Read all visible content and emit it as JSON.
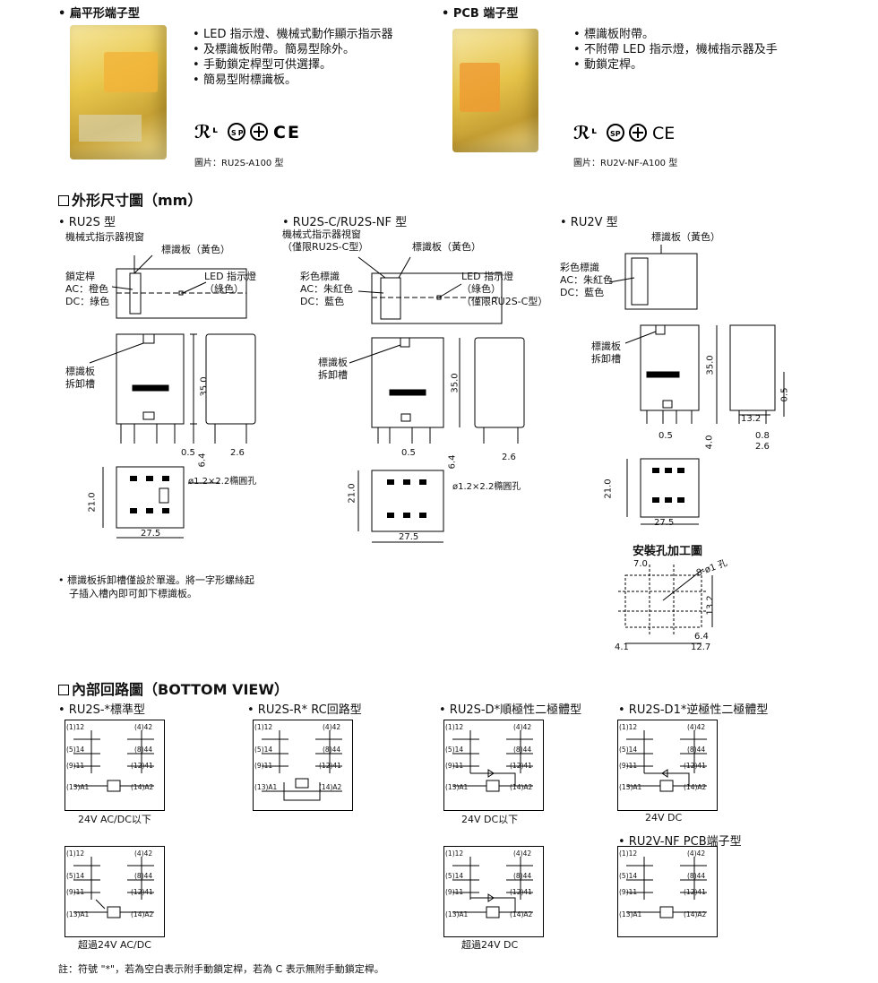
{
  "sections": {
    "flat": {
      "title": "• 扁平形端子型",
      "bullets": [
        "LED 指示燈、機械式動作顯示指示器",
        "及標識板附帶。簡易型除外。",
        "手動鎖定桿型可供選擇。",
        "簡易型附標識板。"
      ],
      "caption": "圖片：RU2S-A100 型",
      "certs": "UL CSA ⊕ CE"
    },
    "pcb": {
      "title": "• PCB 端子型",
      "bullets": [
        "標識板附帶。",
        "不附帶 LED 指示燈，機械指示器及手",
        "動鎖定桿。"
      ],
      "caption": "圖片：RU2V-NF-A100 型",
      "certs": "UL CSA ⊕ CE"
    },
    "dims": {
      "title": "外形尺寸圖（mm）",
      "ru2s": {
        "title": "• RU2S 型",
        "l1": "機械式指示器視窗",
        "l2": "標識板（黃色）",
        "l3": "鎖定桿",
        "l4": "AC：橙色",
        "l5": "DC：綠色",
        "l6": "LED 指示燈",
        "l7": "（綠色）",
        "l8": "標識板",
        "l9": "拆卸槽",
        "d35": "35.0",
        "d05": "0.5",
        "d26": "2.6",
        "d64": "6.4",
        "hole": "ø1.2×2.2橢圓孔",
        "d21": "21.0",
        "d275": "27.5"
      },
      "ru2sc": {
        "title": "• RU2S-C/RU2S-NF 型",
        "l1": "機械式指示器視窗",
        "l1b": "（僅限RU2S-C型）",
        "l2": "標識板（黃色）",
        "l3": "彩色標識",
        "l4": "AC：朱紅色",
        "l5": "DC：藍色",
        "l6": "LED 指示燈",
        "l7": "（綠色）",
        "l7b": "（僅限RU2S-C型）",
        "l8": "標識板",
        "l9": "拆卸槽",
        "d35": "35.0",
        "d05": "0.5",
        "d26": "2.6",
        "d64": "6.4",
        "hole": "ø1.2×2.2橢圓孔",
        "d21": "21.0",
        "d275": "27.5"
      },
      "ru2v": {
        "title": "• RU2V 型",
        "l2": "標識板（黃色）",
        "l3": "彩色標識",
        "l4": "AC：朱紅色",
        "l5": "DC：藍色",
        "l8": "標識板",
        "l9": "拆卸槽",
        "d35": "35.0",
        "d05": "0.5",
        "d40": "4.0",
        "d132": "13.2",
        "d08": "0.8",
        "d26": "2.6",
        "d05b": "0.5",
        "d21": "21.0",
        "d275": "27.5",
        "mount": "安裝孔加工圖",
        "m70": "7.0",
        "mhole": "8-ø1 孔",
        "m132": "13.2",
        "m64": "6.4",
        "m41": "4.1",
        "m127": "12.7"
      },
      "note": [
        "• 標識板拆卸槽僅設於單邊。將一字形螺絲起",
        "子插入槽內即可卸下標識板。"
      ]
    },
    "circuits": {
      "title": "內部回路圖（BOTTOM VIEW）",
      "c1": {
        "title": "• RU2S-*標準型",
        "caption": "24V AC/DC以下"
      },
      "c2": {
        "title": "• RU2S-R* RC回路型"
      },
      "c3": {
        "title": "• RU2S-D*順極性二極體型",
        "caption": "24V DC以下"
      },
      "c4": {
        "title": "• RU2S-D1*逆極性二極體型",
        "caption": "24V DC"
      },
      "c5": {
        "caption": "超過24V AC/DC"
      },
      "c6": {
        "caption": "超過24V DC"
      },
      "c7": {
        "title": "• RU2V-NF PCB端子型"
      },
      "pins": {
        "p1": "(1)12",
        "p2": "(4)42",
        "p3": "(5)14",
        "p4": "(8)44",
        "p5": "(9)11",
        "p6": "(12)41",
        "p7": "(13)A1",
        "p8": "(14)A2"
      },
      "footnote": "註：符號 \"*\"，若為空白表示附手動鎖定桿，若為 C 表示無附手動鎖定桿。"
    }
  }
}
